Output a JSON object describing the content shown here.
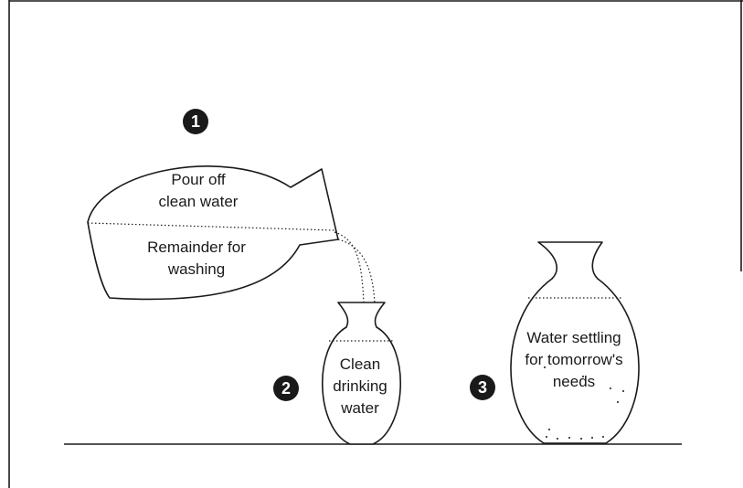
{
  "steps": [
    {
      "number": "1",
      "labels": [
        "Pour off",
        "clean water"
      ],
      "lower_labels": [
        "Remainder for",
        "washing"
      ]
    },
    {
      "number": "2",
      "labels": [
        "Clean",
        "drinking",
        "water"
      ]
    },
    {
      "number": "3",
      "labels": [
        "Water settling",
        "for tomorrow's",
        "needs"
      ]
    }
  ],
  "colors": {
    "ink": "#1a1a1a",
    "background": "#ffffff"
  },
  "icons": [
    "numbered-circle-icon",
    "pouring-vessel-icon",
    "pot-icon"
  ]
}
